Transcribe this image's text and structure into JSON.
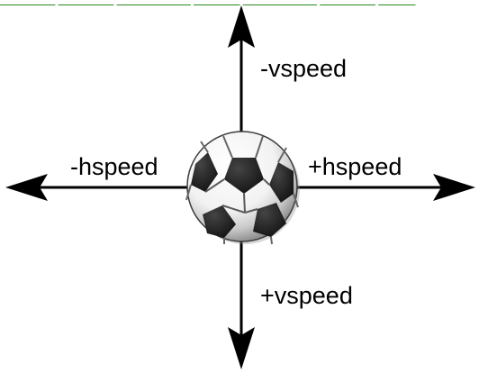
{
  "labels": {
    "up": "-vspeed",
    "down": "+vspeed",
    "left": "-hspeed",
    "right": "+hspeed"
  },
  "colors": {
    "arrow": "#000000",
    "top_strip": "#2f8a24",
    "ball_white": "#ffffff",
    "ball_black": "#1a1a1a",
    "ball_shadow": "#8c8c8c"
  },
  "icons": {
    "center": "soccer-ball-icon",
    "arrowheads": "arrowhead-icon"
  }
}
